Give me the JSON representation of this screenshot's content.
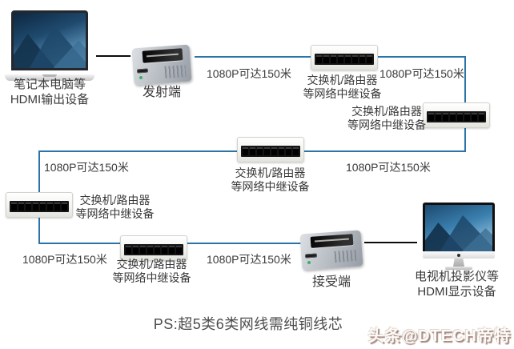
{
  "diagram": {
    "note": "PS:超5类6类网线需纯铜线芯",
    "watermark": "头条@DTECH帝特"
  },
  "colors": {
    "link_blue": "#2b74a8",
    "link_black": "#0b0b0b",
    "label_text": "#3a3a3a",
    "watermark_shadow": "#a3897d"
  },
  "nodes": {
    "laptop": {
      "line1": "笔记本电脑等",
      "line2": "HDMI输出设备"
    },
    "transmitter": {
      "label": "发射端"
    },
    "receiver": {
      "label": "接受端"
    },
    "display": {
      "line1": "电视机投影仪等",
      "line2": "HDMI显示设备"
    }
  },
  "switches": [
    {
      "line1": "交换机/路由器",
      "line2": "等网络中继设备"
    },
    {
      "line1": "交换机/路由器",
      "line2": "等网络中继设备"
    },
    {
      "line1": "交换机/路由器",
      "line2": "等网络中继设备"
    },
    {
      "line1": "交换机/路由器",
      "line2": "等网络中继设备"
    },
    {
      "line1": "交换机/路由器",
      "line2": "等网络中继设备"
    }
  ],
  "links": [
    {
      "label": "1080P可达150米"
    },
    {
      "label": "1080P可达150米"
    },
    {
      "label": "1080P可达150米"
    },
    {
      "label": "1080P可达150米"
    },
    {
      "label": "1080P可达150米"
    },
    {
      "label": "1080P可达150米"
    }
  ]
}
